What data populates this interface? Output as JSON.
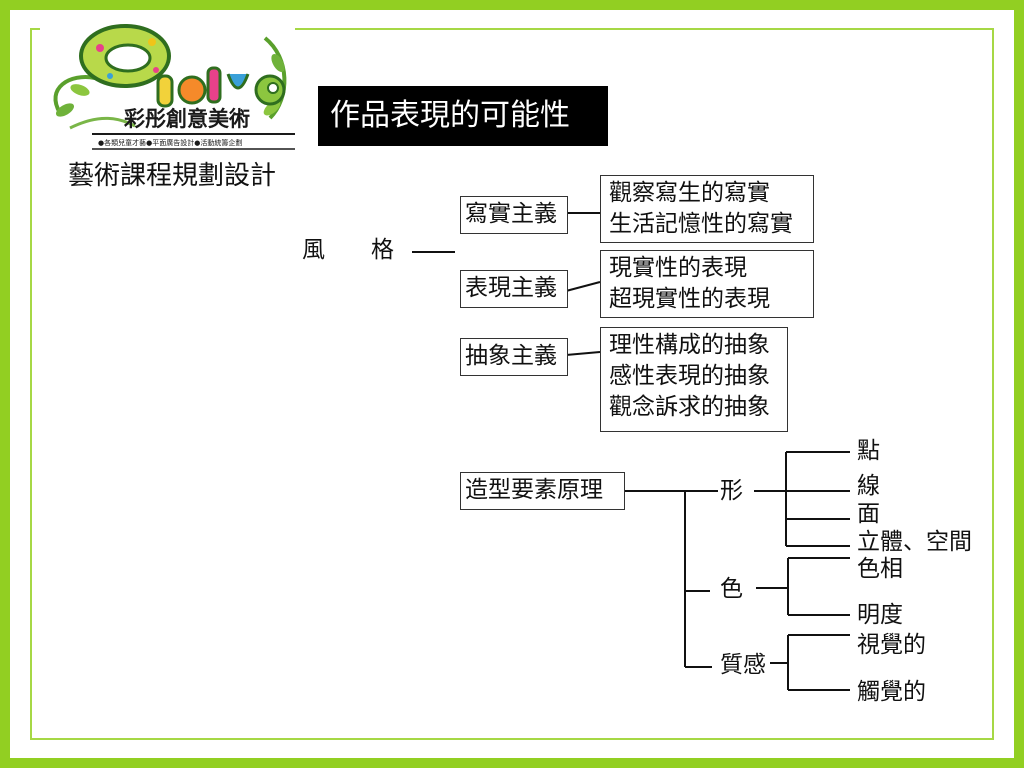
{
  "header": {
    "logo_text": "彩彤創意美術",
    "logo_tagline": "●各類兒童才藝●平面廣告設計●活動統籌企劃",
    "subtitle": "藝術課程規劃設計",
    "title": "作品表現的可能性"
  },
  "style_section": {
    "root_label": "風　　格",
    "branches": [
      {
        "label": "寫實主義",
        "items": [
          "觀察寫生的寫實",
          "生活記憶性的寫實"
        ]
      },
      {
        "label": "表現主義",
        "items": [
          "現實性的表現",
          "超現實性的表現"
        ]
      },
      {
        "label": "抽象主義",
        "items": [
          "理性構成的抽象",
          "感性表現的抽象",
          "觀念訴求的抽象"
        ]
      }
    ]
  },
  "form_section": {
    "root_label": "造型要素原理",
    "shape": {
      "label": "形",
      "items": [
        "點",
        "線",
        "面",
        "立體、空間"
      ]
    },
    "color": {
      "label": "色",
      "items": [
        "色相",
        "明度"
      ]
    },
    "texture": {
      "label": "質感",
      "items": [
        "視覺的",
        "觸覺的"
      ]
    }
  },
  "colors": {
    "border_green": "#92cf22",
    "title_bg": "#000000",
    "title_fg": "#ffffff"
  }
}
